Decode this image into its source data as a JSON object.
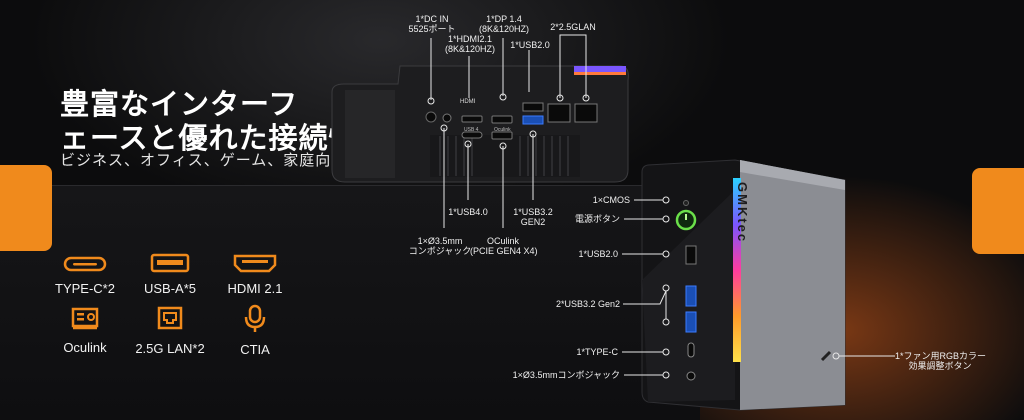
{
  "headline": {
    "line1": "豊富なインターフ",
    "line2": "ェースと優れた接続性",
    "subtitle": "ビジネス、オフィス、ゲーム、家庭向け"
  },
  "features": [
    {
      "label": "TYPE-C*2",
      "icon": "type-c-port-icon"
    },
    {
      "label": "USB-A*5",
      "icon": "usb-a-port-icon"
    },
    {
      "label": "HDMI 2.1",
      "icon": "hdmi-port-icon"
    },
    {
      "label": "Oculink",
      "icon": "oculink-card-icon"
    },
    {
      "label": "2.5G LAN*2",
      "icon": "lan-port-icon"
    },
    {
      "label": "CTIA",
      "icon": "microphone-icon"
    }
  ],
  "accent_color": "#f08a1c",
  "top_callouts": {
    "dc_in": {
      "line1": "1*DC IN",
      "line2": "5525ポート"
    },
    "hdmi": {
      "line1": "1*HDMI2.1",
      "line2": "(8K&120HZ)"
    },
    "dp": {
      "line1": "1*DP 1.4",
      "line2": "(8K&120HZ)"
    },
    "usb20": {
      "line1": "1*USB2.0"
    },
    "lan": {
      "line1": "2*2.5GLAN"
    },
    "audio": {
      "line1": "1×Ø3.5mm",
      "line2": "コンボジャック"
    },
    "usb4": {
      "line1": "1*USB4.0"
    },
    "oculink": {
      "line1": "OCulink",
      "line2": "(PCIE GEN4 X4)"
    },
    "usb32": {
      "line1": "1*USB3.2",
      "line2": "GEN2"
    }
  },
  "device_labels": {
    "hdmi_text": "HDMI",
    "usb4_text": "USB 4",
    "oculink_text": "Oculink",
    "brand": "GMKtec"
  },
  "front_callouts": {
    "cmos": "1×CMOS",
    "power": "電源ボタン",
    "usb20": "1*USB2.0",
    "usb32": "2*USB3.2 Gen2",
    "typec": "1*TYPE-C",
    "audio": "1×Ø3.5mmコンボジャック",
    "rgb_line1": "1*ファン用RGBカラー",
    "rgb_line2": "効果調整ボタン"
  }
}
